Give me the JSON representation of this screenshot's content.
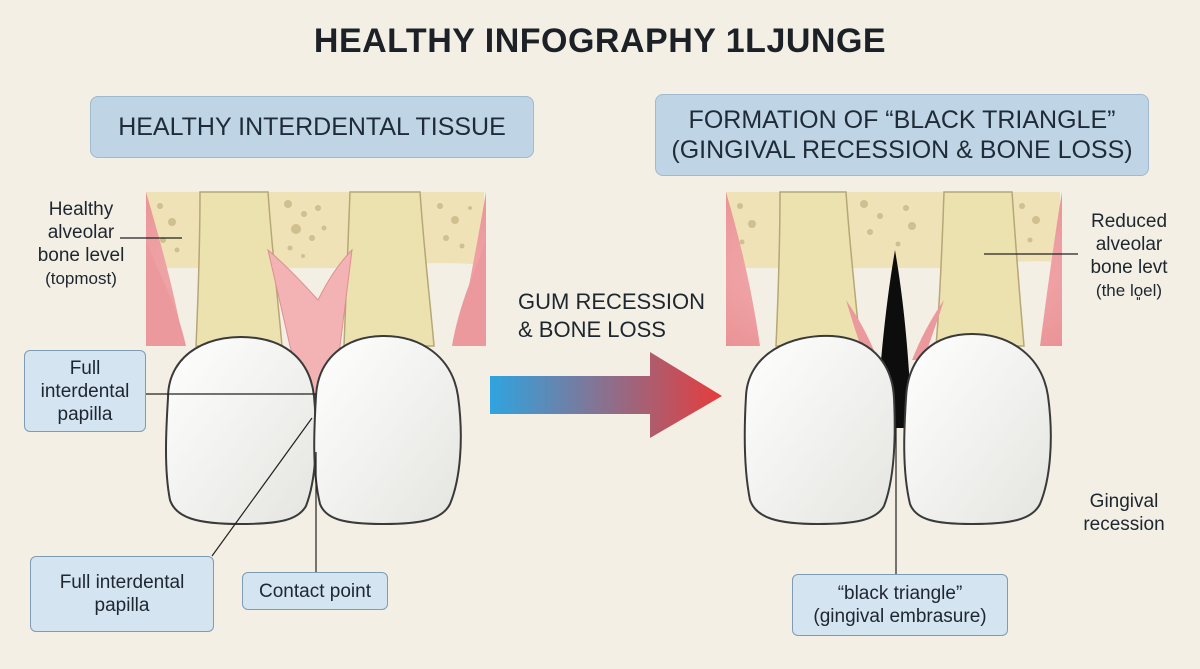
{
  "title": "HEALTHY INFOGRAPHY 1LJUNGE",
  "left_panel": {
    "header": "HEALTHY INTERDENTAL TISSUE",
    "label_bone": [
      "Healthy",
      "alveolar",
      "bone level",
      "(topmost)"
    ],
    "label_papilla_box": [
      "Full",
      "interdental",
      "papilla"
    ],
    "label_papilla_bottom": [
      "Full interdental",
      "papilla"
    ],
    "label_contact": "Contact point"
  },
  "arrow": {
    "lines": [
      "GUM RECESSION",
      "& BONE LOSS"
    ],
    "gradient_start": "#2fa4e0",
    "gradient_end": "#e63c3c"
  },
  "right_panel": {
    "header_lines": [
      "FORMATION OF “BLACK TRIANGLE”",
      "(GINGIVAL RECESSION & BONE LOSS)"
    ],
    "label_bone": [
      "Reduced",
      "alveolar",
      "bone levt",
      "(the lo͈el)"
    ],
    "label_recession": [
      "Gingival",
      "recession"
    ],
    "label_black_triangle": [
      "“black triangle”",
      "(gingival embrasure)"
    ]
  },
  "colors": {
    "background": "#f3efe4",
    "gum": "#f0a8aa",
    "bone": "#eee2b6",
    "tooth": "#f6f6f4",
    "root": "#ece2b0",
    "callout_fill": "#d4e4f1",
    "header_fill": "#bfd4e4"
  }
}
